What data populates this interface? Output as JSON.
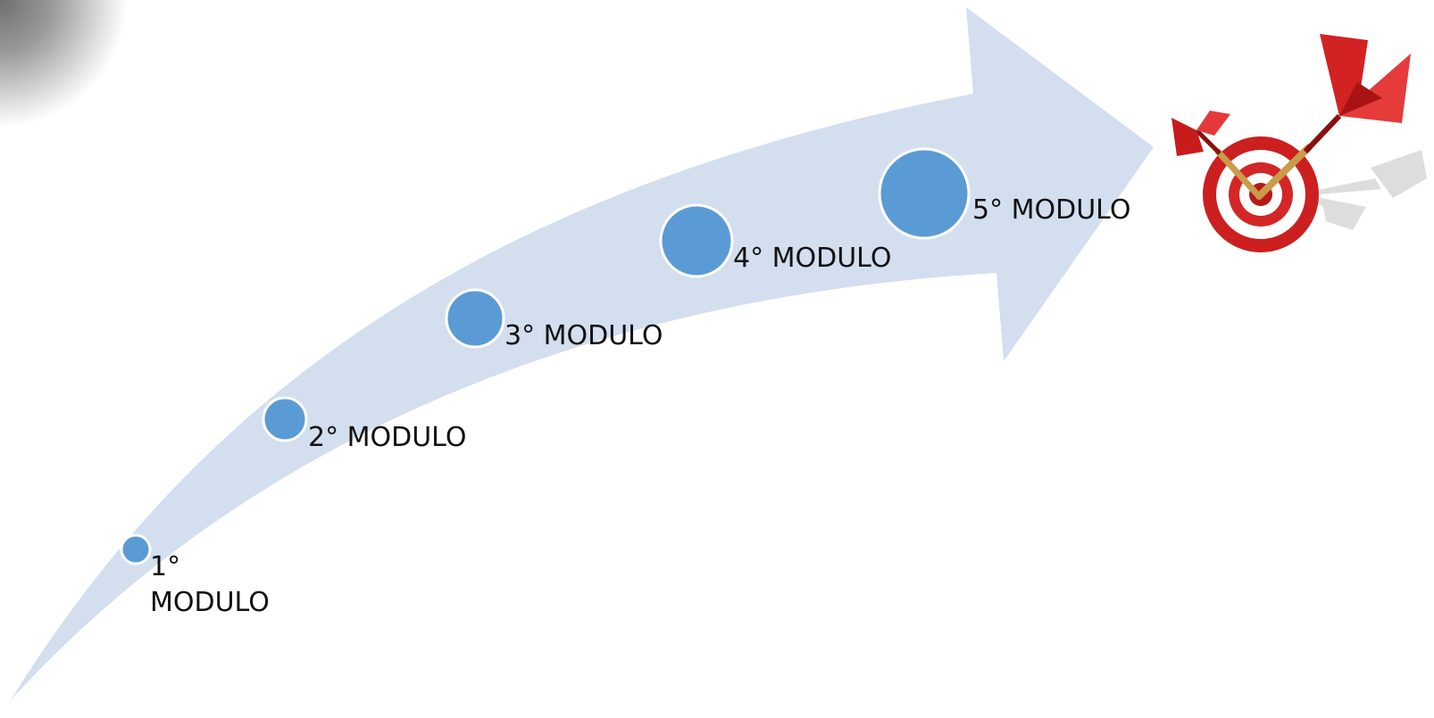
{
  "diagram": {
    "arrow_color": "#d3deef",
    "circle_color": "#5b9bd5",
    "circle_stroke": "#ffffff",
    "steps": [
      {
        "line1": "1°",
        "line2": "MODULO"
      },
      {
        "label": "2° MODULO"
      },
      {
        "label": "3° MODULO"
      },
      {
        "label": "4° MODULO"
      },
      {
        "label": "5° MODULO"
      }
    ],
    "target_icon": "dartboard-with-darts-icon"
  }
}
